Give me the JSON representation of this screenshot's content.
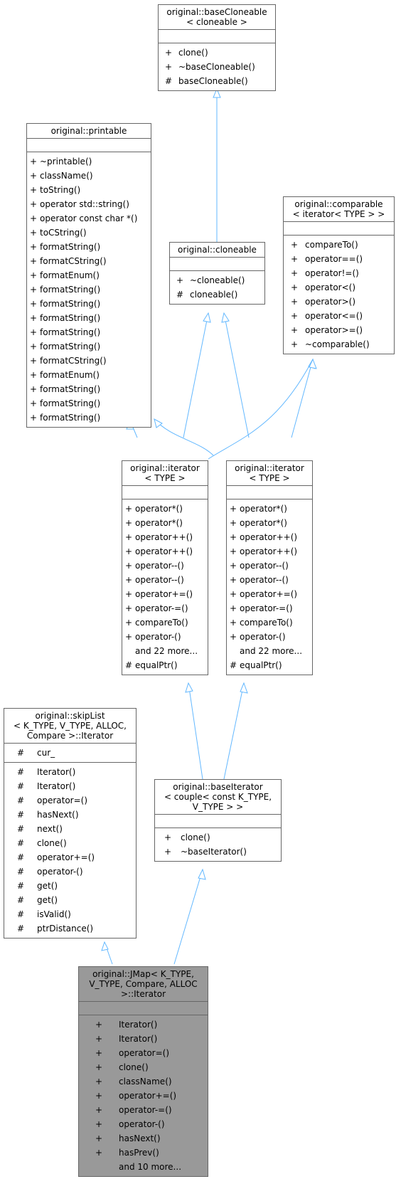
{
  "classes": {
    "baseCloneable": {
      "title": [
        "original::baseCloneable",
        "< cloneable >"
      ],
      "attrs": [],
      "ops": [
        [
          "+",
          "clone()"
        ],
        [
          "+",
          "~baseCloneable()"
        ],
        [
          "#",
          "baseCloneable()"
        ]
      ]
    },
    "printable": {
      "title": [
        "original::printable"
      ],
      "attrs": [],
      "ops": [
        [
          "+",
          "~printable()"
        ],
        [
          "+",
          "className()"
        ],
        [
          "+",
          "toString()"
        ],
        [
          "+",
          "operator std::string()"
        ],
        [
          "+",
          "operator const char *()"
        ],
        [
          "+",
          "toCString()"
        ],
        [
          "+",
          "formatString()"
        ],
        [
          "+",
          "formatCString()"
        ],
        [
          "+",
          "formatEnum()"
        ],
        [
          "+",
          "formatString()"
        ],
        [
          "+",
          "formatString()"
        ],
        [
          "+",
          "formatString()"
        ],
        [
          "+",
          "formatString()"
        ],
        [
          "+",
          "formatString()"
        ],
        [
          "+",
          "formatCString()"
        ],
        [
          "+",
          "formatEnum()"
        ],
        [
          "+",
          "formatString()"
        ],
        [
          "+",
          "formatString()"
        ],
        [
          "+",
          "formatString()"
        ]
      ]
    },
    "cloneable": {
      "title": [
        "original::cloneable"
      ],
      "attrs": [],
      "ops": [
        [
          "+",
          "~cloneable()"
        ],
        [
          "#",
          "cloneable()"
        ]
      ]
    },
    "comparable": {
      "title": [
        "original::comparable",
        "< iterator< TYPE > >"
      ],
      "attrs": [],
      "ops": [
        [
          "+",
          "compareTo()"
        ],
        [
          "+",
          "operator==()"
        ],
        [
          "+",
          "operator!=()"
        ],
        [
          "+",
          "operator<()"
        ],
        [
          "+",
          "operator>()"
        ],
        [
          "+",
          "operator<=()"
        ],
        [
          "+",
          "operator>=()"
        ],
        [
          "+",
          "~comparable()"
        ]
      ]
    },
    "iteratorA": {
      "title": [
        "original::iterator",
        "< TYPE >"
      ],
      "attrs": [],
      "ops": [
        [
          "+",
          "operator*()"
        ],
        [
          "+",
          "operator*()"
        ],
        [
          "+",
          "operator++()"
        ],
        [
          "+",
          "operator++()"
        ],
        [
          "+",
          "operator--()"
        ],
        [
          "+",
          "operator--()"
        ],
        [
          "+",
          "operator+=()"
        ],
        [
          "+",
          "operator-=()"
        ],
        [
          "+",
          "compareTo()"
        ],
        [
          "+",
          "operator-()"
        ],
        [
          "",
          "and 22 more..."
        ],
        [
          "#",
          "equalPtr()"
        ]
      ]
    },
    "iteratorB": {
      "title": [
        "original::iterator",
        "< TYPE >"
      ],
      "attrs": [],
      "ops": [
        [
          "+",
          "operator*()"
        ],
        [
          "+",
          "operator*()"
        ],
        [
          "+",
          "operator++()"
        ],
        [
          "+",
          "operator++()"
        ],
        [
          "+",
          "operator--()"
        ],
        [
          "+",
          "operator--()"
        ],
        [
          "+",
          "operator+=()"
        ],
        [
          "+",
          "operator-=()"
        ],
        [
          "+",
          "compareTo()"
        ],
        [
          "+",
          "operator-()"
        ],
        [
          "",
          "and 22 more..."
        ],
        [
          "#",
          "equalPtr()"
        ]
      ]
    },
    "skipList": {
      "title": [
        "original::skipList",
        "< K_TYPE, V_TYPE, ALLOC,",
        "Compare >::Iterator"
      ],
      "attrs": [
        [
          "#",
          "cur_"
        ]
      ],
      "ops": [
        [
          "#",
          "Iterator()"
        ],
        [
          "#",
          "Iterator()"
        ],
        [
          "#",
          "operator=()"
        ],
        [
          "#",
          "hasNext()"
        ],
        [
          "#",
          "next()"
        ],
        [
          "#",
          "clone()"
        ],
        [
          "#",
          "operator+=()"
        ],
        [
          "#",
          "operator-()"
        ],
        [
          "#",
          "get()"
        ],
        [
          "#",
          "get()"
        ],
        [
          "#",
          "isValid()"
        ],
        [
          "#",
          "ptrDistance()"
        ]
      ]
    },
    "baseIterator": {
      "title": [
        "original::baseIterator",
        "< couple< const K_TYPE,",
        "V_TYPE > >"
      ],
      "attrs": [],
      "ops": [
        [
          "+",
          "clone()"
        ],
        [
          "+",
          "~baseIterator()"
        ]
      ]
    },
    "jmapIterator": {
      "title": [
        "original::JMap< K_TYPE,",
        "V_TYPE, Compare, ALLOC",
        ">::Iterator"
      ],
      "attrs": [],
      "ops": [
        [
          "+",
          "Iterator()"
        ],
        [
          "+",
          "Iterator()"
        ],
        [
          "+",
          "operator=()"
        ],
        [
          "+",
          "clone()"
        ],
        [
          "+",
          "className()"
        ],
        [
          "+",
          "operator+=()"
        ],
        [
          "+",
          "operator-=()"
        ],
        [
          "+",
          "operator-()"
        ],
        [
          "+",
          "hasNext()"
        ],
        [
          "+",
          "hasPrev()"
        ],
        [
          "",
          "and 10 more..."
        ]
      ]
    }
  },
  "colors": {
    "edge": "#63b8ff",
    "border": "#666666",
    "highlight": "#999999"
  }
}
